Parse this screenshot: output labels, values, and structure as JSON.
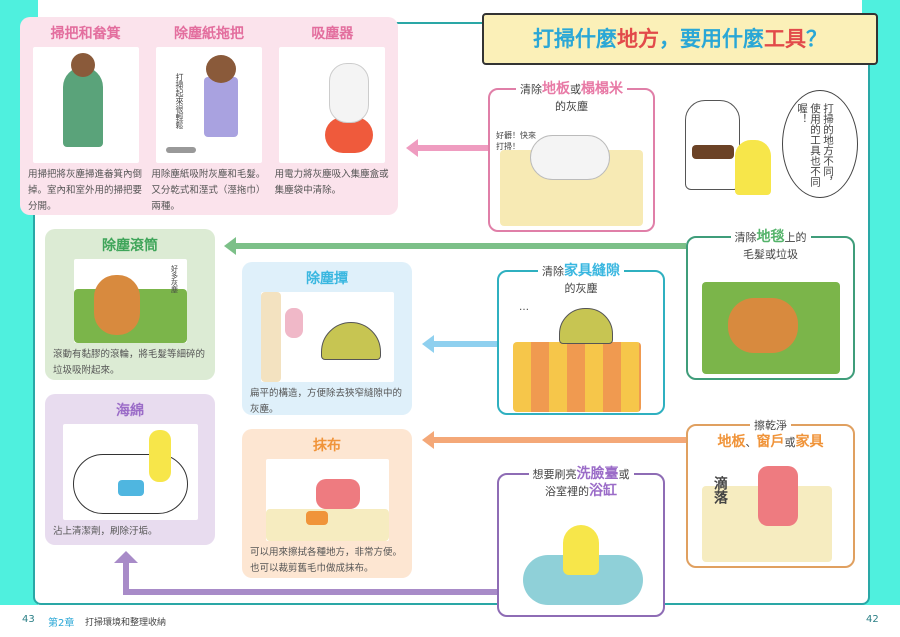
{
  "title": {
    "part1": "打掃什麼",
    "part2": "地方",
    "part3": "，要用什麼",
    "part4": "工具",
    "part5": "？"
  },
  "speech": "打掃的地方不同，使用的工具也不同喔！",
  "tools": {
    "broom": {
      "name": "掃把和畚箕",
      "desc": "用掃把將灰塵掃進畚箕內倒掉。室內和室外用的掃把要分開。"
    },
    "mop": {
      "name": "除塵紙拖把",
      "desc": "用除塵紙吸附灰塵和毛髮。又分乾式和溼式（溼拖巾）兩種。",
      "illus_text": "打掃起來很輕鬆"
    },
    "vacuum": {
      "name": "吸塵器",
      "desc": "用電力將灰塵吸入集塵盒或集塵袋中清除。"
    },
    "roller": {
      "name": "除塵滾筒",
      "desc": "滾動有黏膠的滾輪，將毛髮等細碎的垃圾吸附起來。",
      "illus_text": "好多灰塵"
    },
    "duster": {
      "name": "除塵撢",
      "desc": "扁平的構造，方便除去狹窄縫隙中的灰塵。"
    },
    "sponge": {
      "name": "海綿",
      "desc": "沾上清潔劑，刷除汙垢。"
    },
    "cloth": {
      "name": "抹布",
      "desc": "可以用來擦拭各種地方，非常方便。也可以裁剪舊毛巾做成抹布。"
    }
  },
  "places": {
    "floor": {
      "pre": "清除",
      "a": "地板",
      "mid": "或",
      "b": "榻榻米",
      "post": "的灰塵",
      "illus_text": "好髒！快來打掃！"
    },
    "carpet": {
      "pre": "清除",
      "a": "地毯",
      "mid": "上的",
      "post": "毛髮或垃圾"
    },
    "gap": {
      "pre": "清除",
      "a": "家具縫隙",
      "post": "的灰塵",
      "illus_text": "…"
    },
    "wipe": {
      "pre": "擦乾淨",
      "a": "地板",
      "sep": "、",
      "b": "窗戶",
      "mid": "或",
      "c": "家具",
      "illus_text": "滴落"
    },
    "bath": {
      "pre": "想要刷亮",
      "a": "洗臉臺",
      "mid": "或",
      "pre2": "浴室裡的",
      "b": "浴缸"
    }
  },
  "footer": {
    "page_left": "43",
    "chapter": "第2章",
    "chapter_title": "打掃環境和整理收納",
    "page_right": "42"
  },
  "colors": {
    "pink": "#ee7fae",
    "green": "#6dbb78",
    "blue": "#5cc0e6",
    "purple": "#9b7ec4",
    "orange": "#f0945a",
    "teal": "#2aa7a6",
    "cyan": "#4ff0de"
  }
}
